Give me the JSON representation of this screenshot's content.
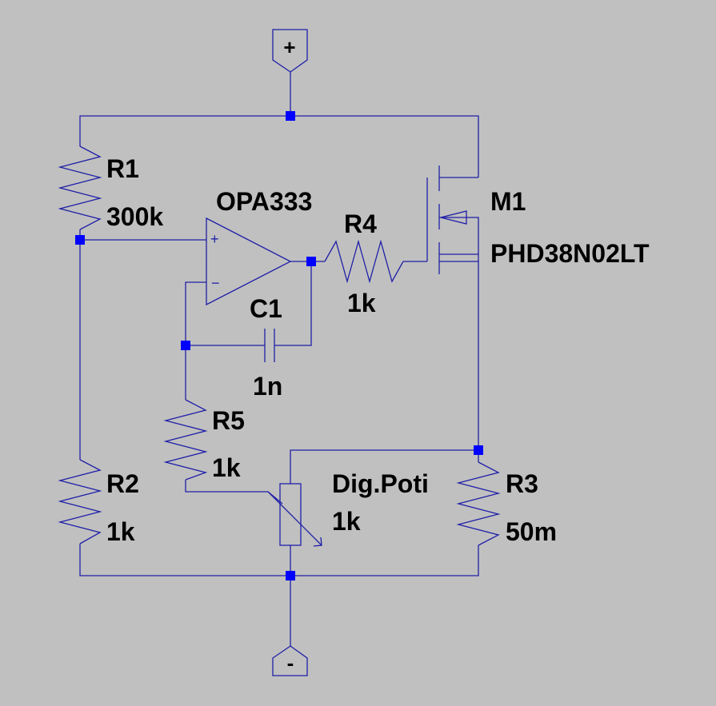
{
  "ports": {
    "positive": "+",
    "negative": "-"
  },
  "components": {
    "r1": {
      "ref": "R1",
      "value": "300k"
    },
    "r2": {
      "ref": "R2",
      "value": "1k"
    },
    "r3": {
      "ref": "R3",
      "value": "50m"
    },
    "r4": {
      "ref": "R4",
      "value": "1k"
    },
    "r5": {
      "ref": "R5",
      "value": "1k"
    },
    "c1": {
      "ref": "C1",
      "value": "1n"
    },
    "opamp": {
      "ref": "OPA333",
      "in_plus": "+",
      "in_minus": "−"
    },
    "m1": {
      "ref": "M1",
      "value": "PHD38N02LT"
    },
    "pot": {
      "ref": "Dig.Poti",
      "value": "1k"
    }
  },
  "colors": {
    "background": "#c0c0c0",
    "wire": "#1f1fa8",
    "node": "#0000ff",
    "label": "#000000"
  }
}
